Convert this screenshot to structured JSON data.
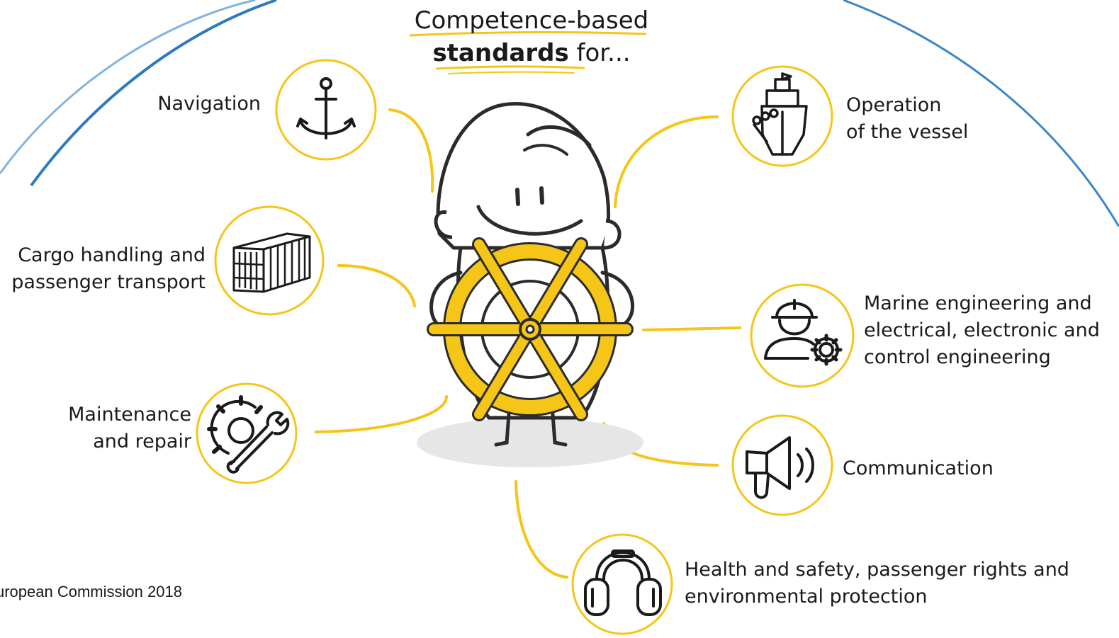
{
  "title": {
    "line1": "Competence-based",
    "line2_bold": "standards",
    "line2_rest": " for..."
  },
  "colors": {
    "accent_yellow": "#f5c518",
    "arc_blue": "#3a86c8",
    "ink": "#1a1a1a",
    "shadow": "#e6e6e6"
  },
  "items": [
    {
      "id": "navigation",
      "lines": [
        "Navigation"
      ],
      "icon": "anchor-icon"
    },
    {
      "id": "cargo",
      "lines": [
        "Cargo handling and",
        "passenger transport"
      ],
      "icon": "container-icon"
    },
    {
      "id": "maintenance",
      "lines": [
        "Maintenance",
        "and repair"
      ],
      "icon": "gear-wrench-icon"
    },
    {
      "id": "operation",
      "lines": [
        "Operation",
        "of the vessel"
      ],
      "icon": "ship-icon"
    },
    {
      "id": "engineering",
      "lines": [
        "Marine engineering and",
        "electrical, electronic and",
        "control engineering"
      ],
      "icon": "engineer-gear-icon"
    },
    {
      "id": "communication",
      "lines": [
        "Communication"
      ],
      "icon": "megaphone-icon"
    },
    {
      "id": "health",
      "lines": [
        "Health and safety, passenger rights and",
        "environmental protection"
      ],
      "icon": "ear-protection-icon"
    }
  ],
  "credit": "uropean Commission 2018",
  "center_figure": "character-holding-ship-wheel"
}
